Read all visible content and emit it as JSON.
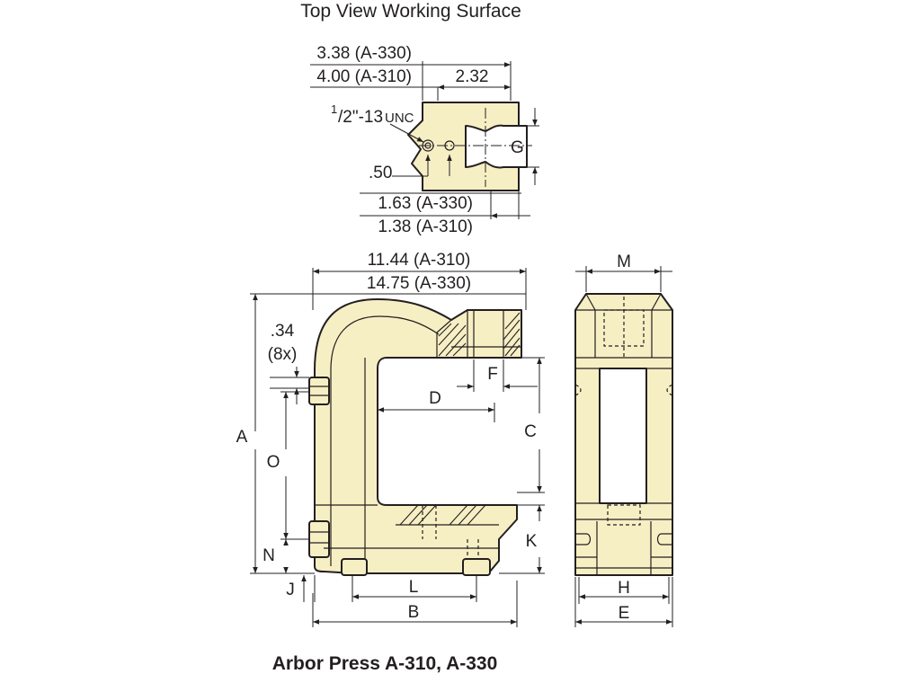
{
  "top_view": {
    "title": "Top View Working Surface",
    "dim_a330_top": "3.38 (A-330)",
    "dim_a310_top": "4.00 (A-310)",
    "dim_232": "2.32",
    "thread_frac_num": "1",
    "thread_frac_rest": "/2\"-13",
    "thread_unc": "UNC",
    "dim_50": ".50",
    "label_g": "G",
    "dim_a330_bottom": "1.63 (A-330)",
    "dim_a310_bottom": "1.38 (A-310)"
  },
  "side_view": {
    "dim_width_a310": "11.44 (A-310)",
    "dim_width_a330": "14.75 (A-330)",
    "dim_34": ".34",
    "dim_8x": "(8x)",
    "label_a": "A",
    "label_o": "O",
    "label_n": "N",
    "label_j": "J",
    "label_d": "D",
    "label_f": "F",
    "label_c": "C",
    "label_k": "K",
    "label_l": "L",
    "label_b": "B"
  },
  "front_view": {
    "label_m": "M",
    "label_h": "H",
    "label_e": "E"
  },
  "caption": "Arbor Press A-310, A-330",
  "colors": {
    "body_fill": "#f7efc4",
    "line": "#231f20"
  }
}
